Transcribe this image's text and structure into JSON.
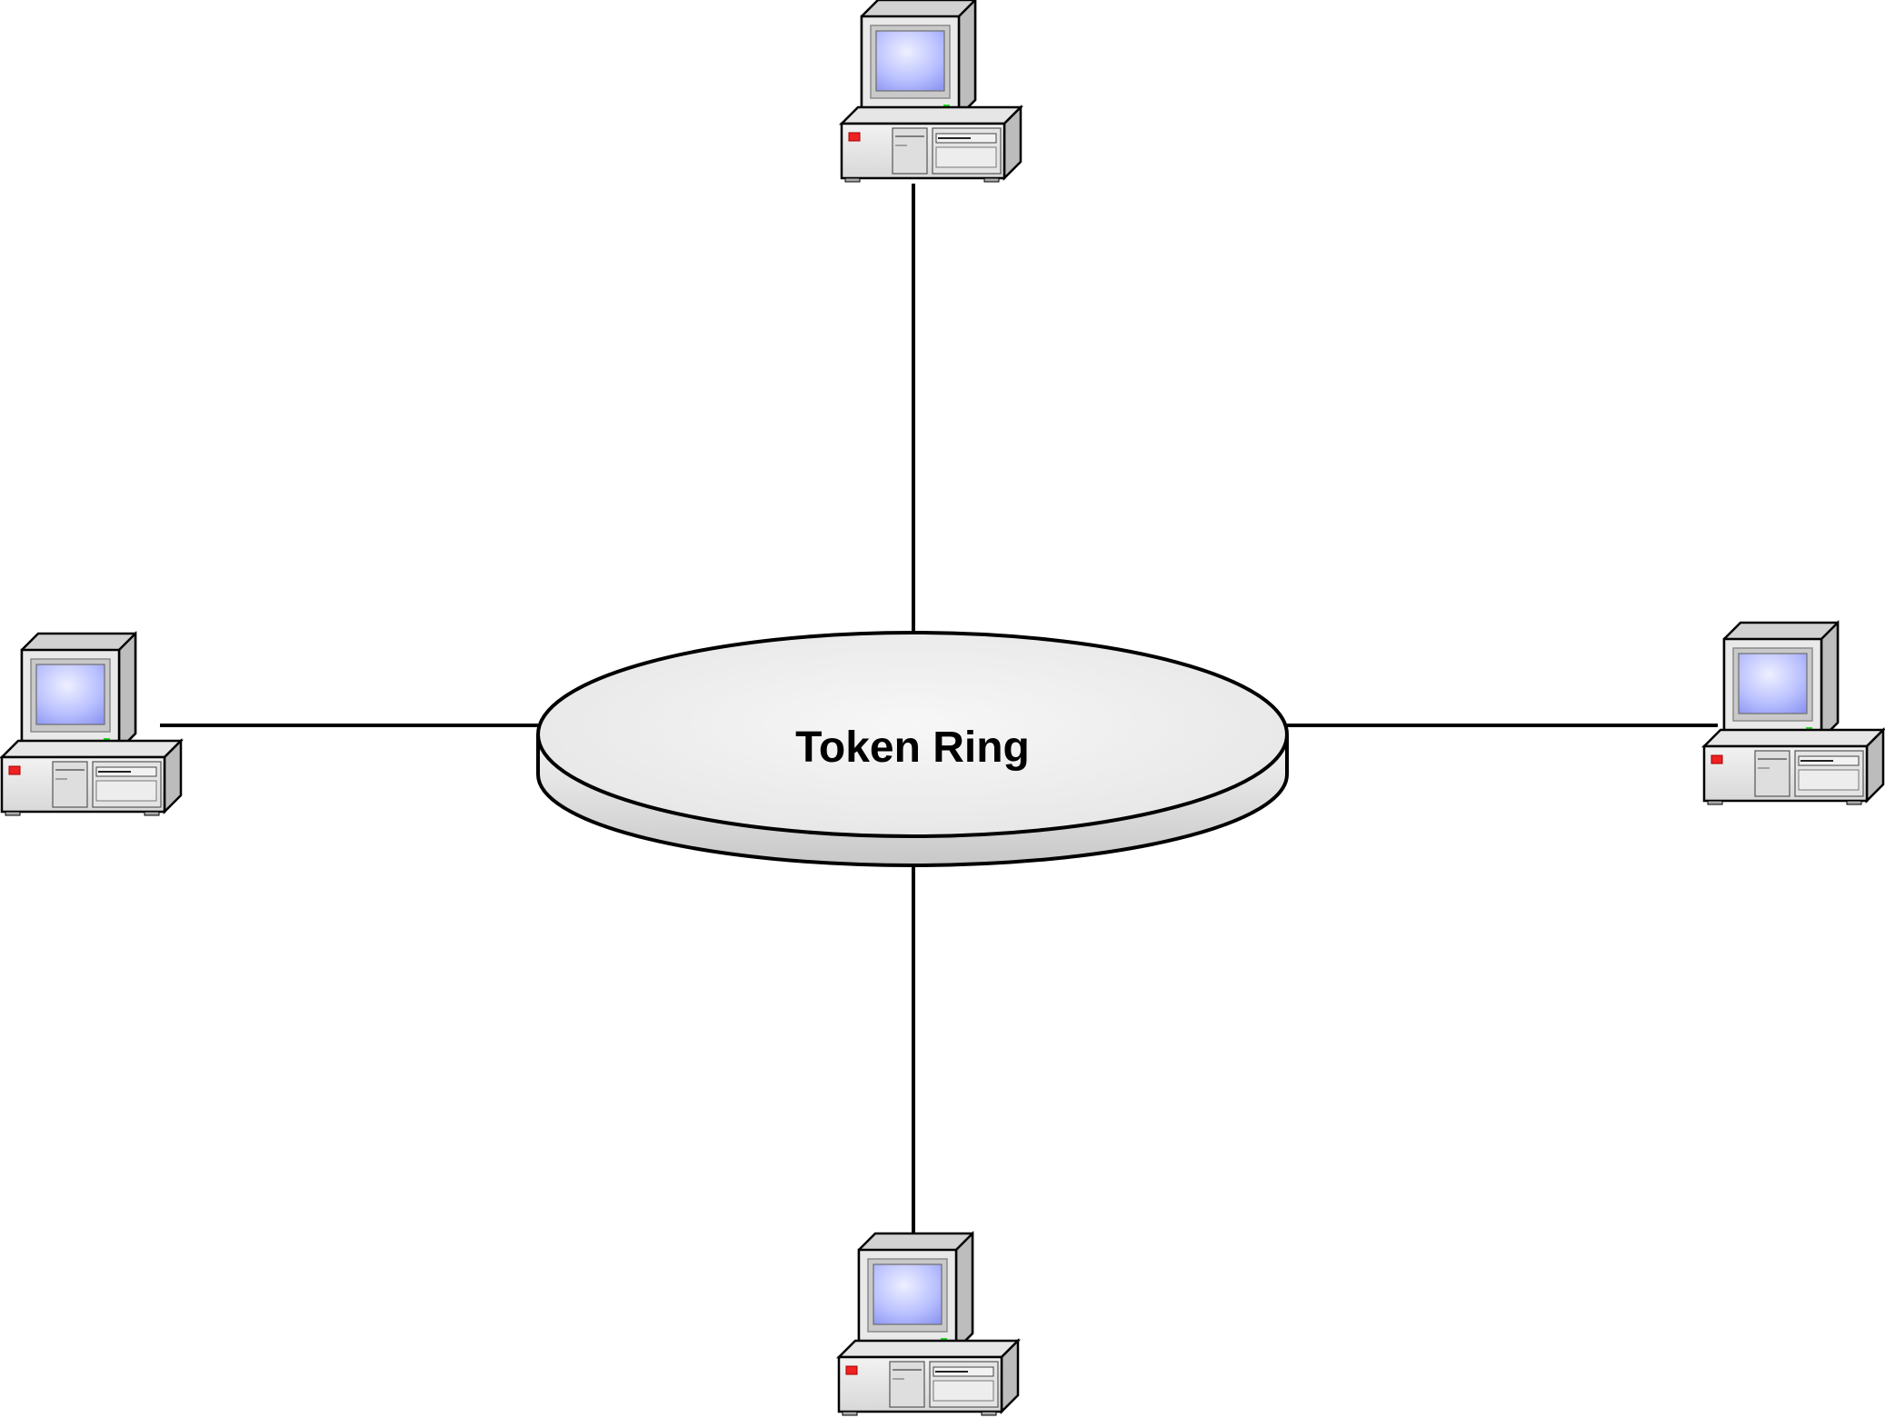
{
  "diagram": {
    "type": "network-topology",
    "hub": {
      "label": "Token Ring",
      "icon": "ring-hub-icon"
    },
    "nodes": [
      {
        "id": "top",
        "icon": "desktop-computer-icon"
      },
      {
        "id": "left",
        "icon": "desktop-computer-icon"
      },
      {
        "id": "right",
        "icon": "desktop-computer-icon"
      },
      {
        "id": "bottom",
        "icon": "desktop-computer-icon"
      }
    ],
    "links": [
      {
        "from": "top",
        "to": "hub"
      },
      {
        "from": "left",
        "to": "hub"
      },
      {
        "from": "right",
        "to": "hub"
      },
      {
        "from": "bottom",
        "to": "hub"
      }
    ],
    "colors": {
      "background": "#ffffff",
      "line": "#000000",
      "hub_top": "#f2f2f2",
      "hub_side": "#d6d6d6",
      "screen": "#aab2ff",
      "case": "#e4e4e4",
      "power_led": "#ee2222",
      "status_led": "#22dd22"
    }
  }
}
